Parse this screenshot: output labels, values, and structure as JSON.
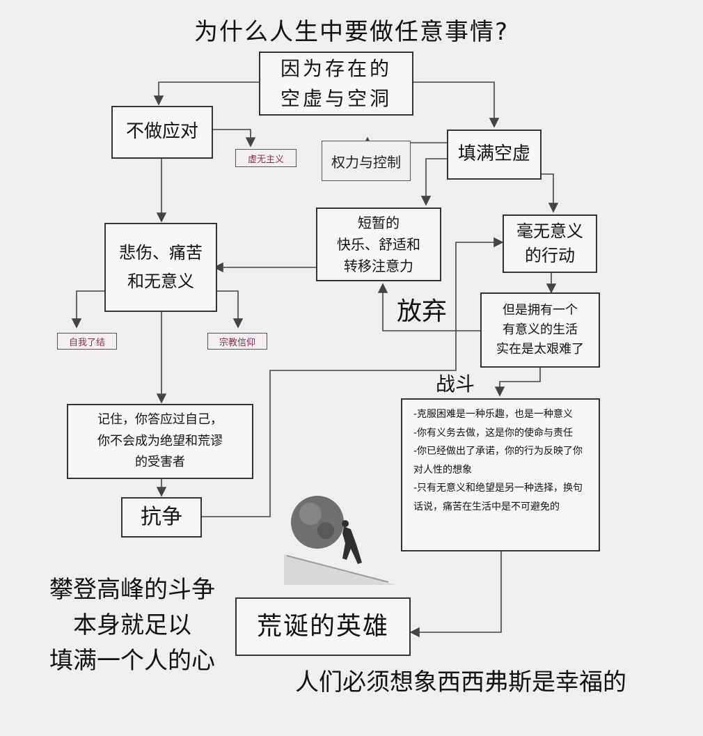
{
  "diagram": {
    "title": "为什么人生中要做任意事情?",
    "root": "因为存在的\n空虚与空洞",
    "no_response": "不做应对",
    "nihilism_tag": "虚无主义",
    "fill_void": "填满空虚",
    "power_control": "权力与控制",
    "short_pleasure": "短暂的\n快乐、舒适和\n转移注意力",
    "meaningless_action": "毫无意义\n的行动",
    "sadness": "悲伤、痛苦\n和无意义",
    "suicide_tag": "自我了结",
    "religion_tag": "宗教信仰",
    "give_up": "放弃",
    "hard_life": "但是拥有一个\n有意义的生活\n实在是太艰难了",
    "fight": "战斗",
    "fight_list": [
      "-克服困难是一种乐趣，也是一种意义",
      "-你有义务去做，这是你的使命与责任",
      "-你已经做出了承诺，你的行为反映了你对人性的想象",
      "-只有无意义和绝望是另一种选择，换句话说，痛苦在生活中是不可避免的"
    ],
    "remember": "记住，你答应过自己，\n你不会成为绝望和荒谬\n的受害者",
    "resist": "抗争",
    "absurd_hero": "荒诞的英雄",
    "quote_left": "攀登高峰的斗争\n本身就足以\n填满一个人的心",
    "quote_bottom": "人们必须想象西西弗斯是幸福的"
  },
  "colors": {
    "tag_text": "#8a2a55",
    "line": "#444444"
  }
}
